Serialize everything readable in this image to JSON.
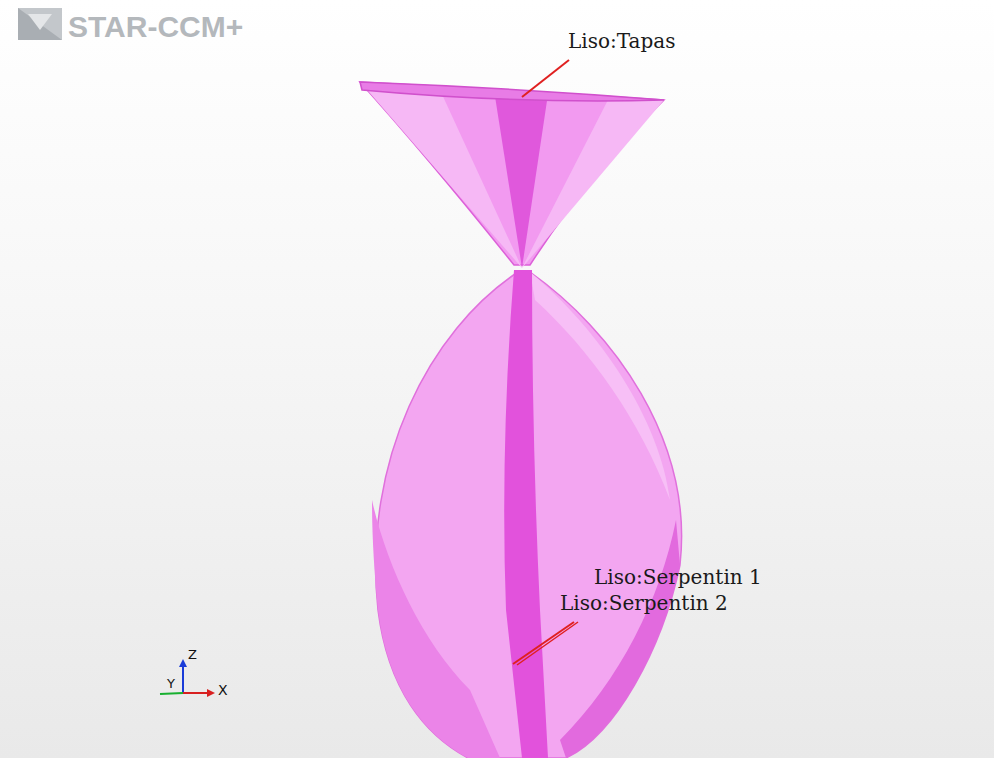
{
  "diagram": {
    "labels": [
      "STAR-CCM+",
      "Liso:Tapas",
      "Liso:Serpentin 1",
      "Liso:Serpentin 2",
      "Z",
      "Y",
      "X"
    ]
  }
}
